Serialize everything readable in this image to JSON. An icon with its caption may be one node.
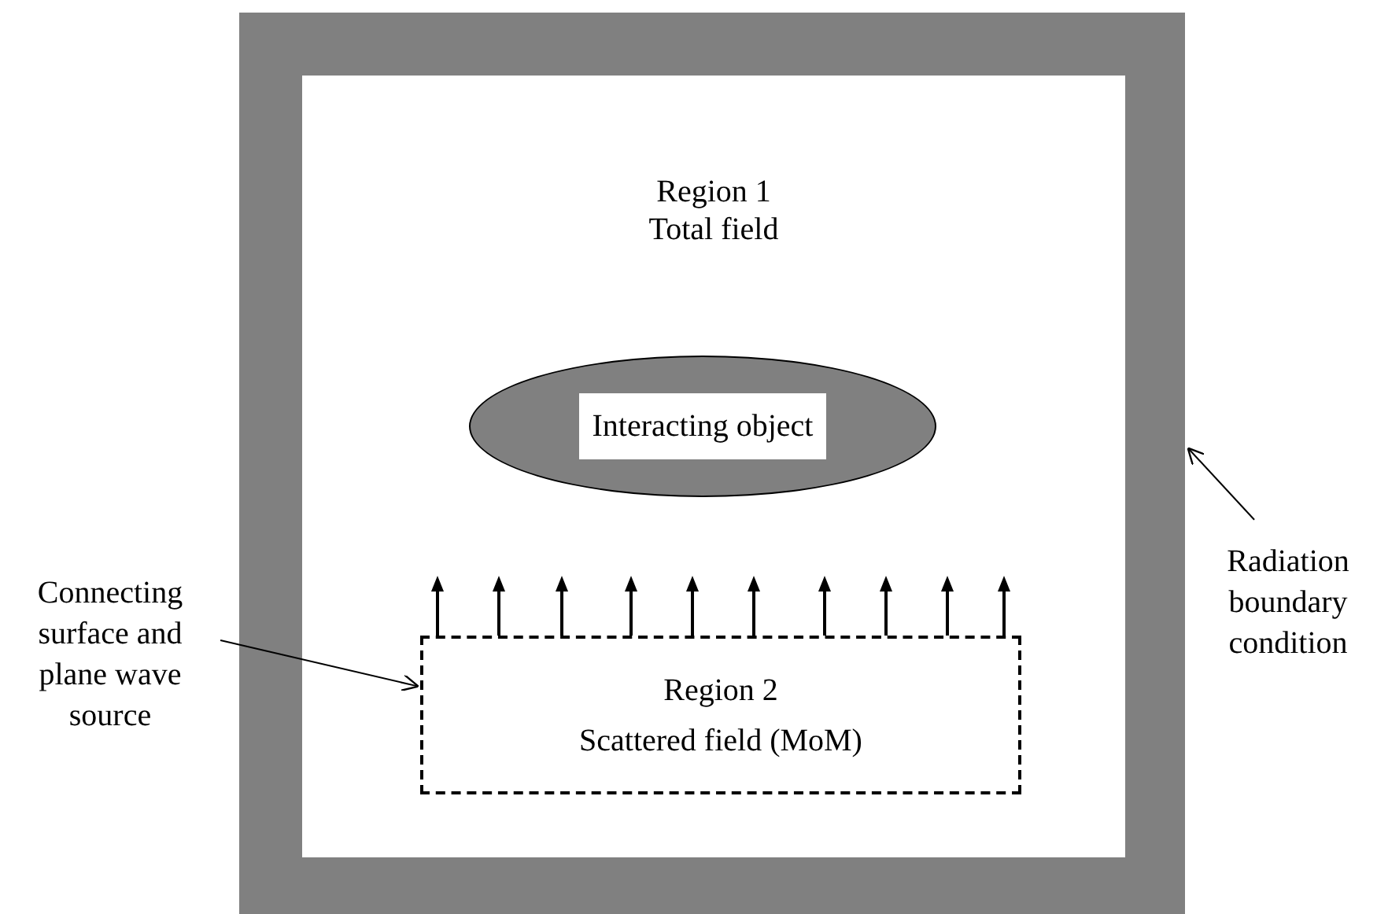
{
  "diagram": {
    "nodes": [
      {
        "text": [],
        "shape": "box"
      },
      {
        "text": [
          "Region 1",
          "Total field"
        ],
        "in": 0
      },
      {
        "text": [
          "Interacting object"
        ],
        "in": 1
      },
      {
        "text": [
          "Region 2",
          "Scattered field (MoM)"
        ],
        "in": 1
      },
      {
        "text": [
          "Connecting surface and plane wave source"
        ]
      },
      {
        "text": [
          "Radiation boundary condition"
        ]
      }
    ],
    "edges": [
      {
        "from": 4,
        "to": 3,
        "arrow": "to"
      },
      {
        "from": 5,
        "to": 0,
        "arrow": "to"
      }
    ]
  }
}
